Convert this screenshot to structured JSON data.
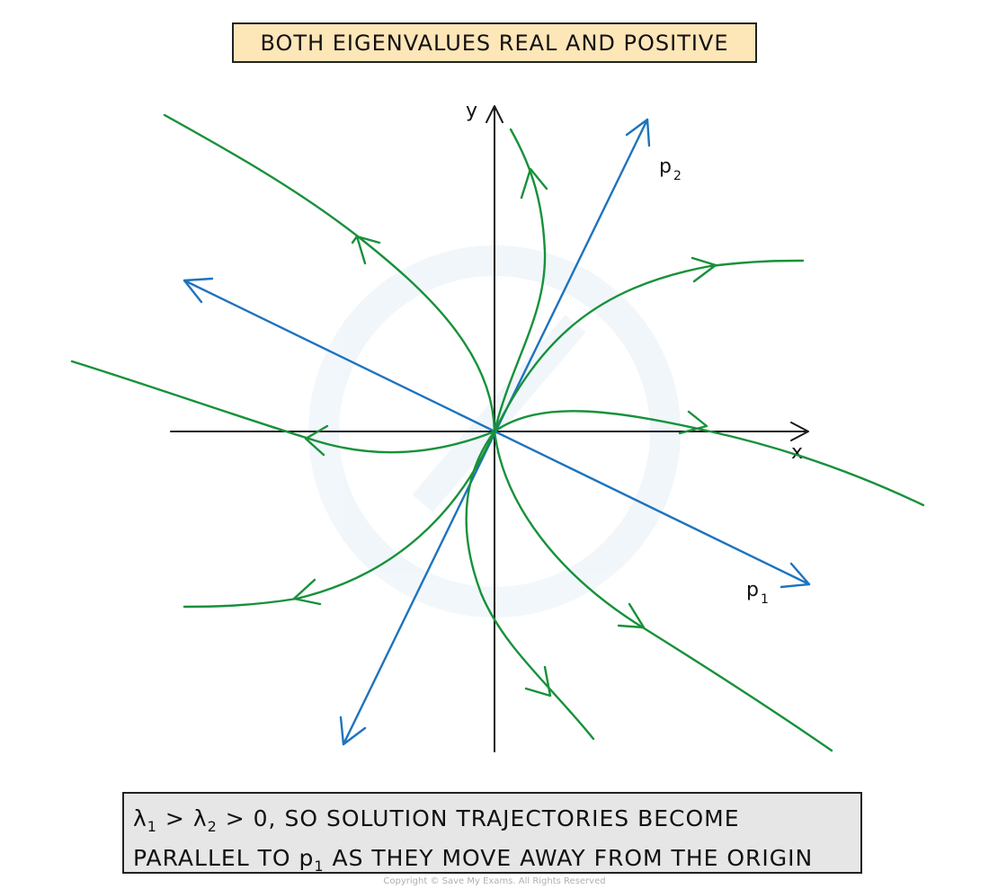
{
  "title": "BOTH EIGENVALUES REAL AND POSITIVE",
  "axes": {
    "x_label": "x",
    "y_label": "y"
  },
  "eigenvectors": {
    "p1_label": "p",
    "p1_subscript": "1",
    "p2_label": "p",
    "p2_subscript": "2"
  },
  "caption": {
    "lambda": "λ",
    "sub1": "1",
    "gt1": " > ",
    "sub2": "2",
    "rest_line1": " > 0, SO SOLUTION TRAJECTORIES BECOME",
    "line2_start": "PARALLEL TO p",
    "line2_sub": "1",
    "line2_end": " AS THEY MOVE AWAY FROM THE ORIGIN"
  },
  "copyright": "Copyright © Save My Exams. All Rights Reserved",
  "colors": {
    "title_bg": "#fde6b8",
    "caption_bg": "#e6e6e6",
    "eigenvector": "#1e73be",
    "trajectory": "#17913a",
    "axis": "#1a1a1a"
  }
}
